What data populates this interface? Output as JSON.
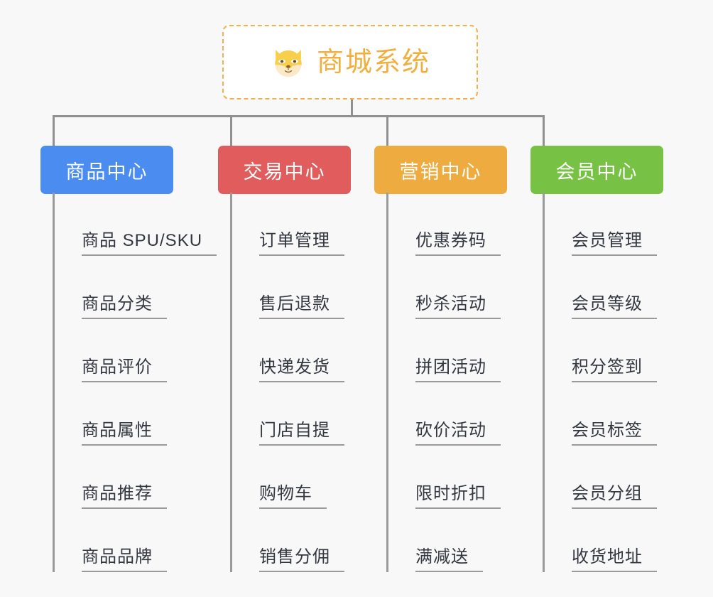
{
  "background_color": "#f8f8f8",
  "root": {
    "icon": "shiba-dog-face-emoji",
    "title": "商城系统",
    "title_color": "#f0b040",
    "border_color": "#f0b24a"
  },
  "connector_color": "#909090",
  "columns": [
    {
      "id": "product-center",
      "label": "商品中心",
      "color": "#4a8cf0",
      "items": [
        "商品 SPU/SKU",
        "商品分类",
        "商品评价",
        "商品属性",
        "商品推荐",
        "商品品牌"
      ]
    },
    {
      "id": "trade-center",
      "label": "交易中心",
      "color": "#e15c5c",
      "items": [
        "订单管理",
        "售后退款",
        "快递发货",
        "门店自提",
        "购物车",
        "销售分佣"
      ]
    },
    {
      "id": "marketing-center",
      "label": "营销中心",
      "color": "#eeab40",
      "items": [
        "优惠券码",
        "秒杀活动",
        "拼团活动",
        "砍价活动",
        "限时折扣",
        "满减送"
      ]
    },
    {
      "id": "member-center",
      "label": "会员中心",
      "color": "#77c244",
      "items": [
        "会员管理",
        "会员等级",
        "积分签到",
        "会员标签",
        "会员分组",
        "收货地址"
      ]
    }
  ]
}
